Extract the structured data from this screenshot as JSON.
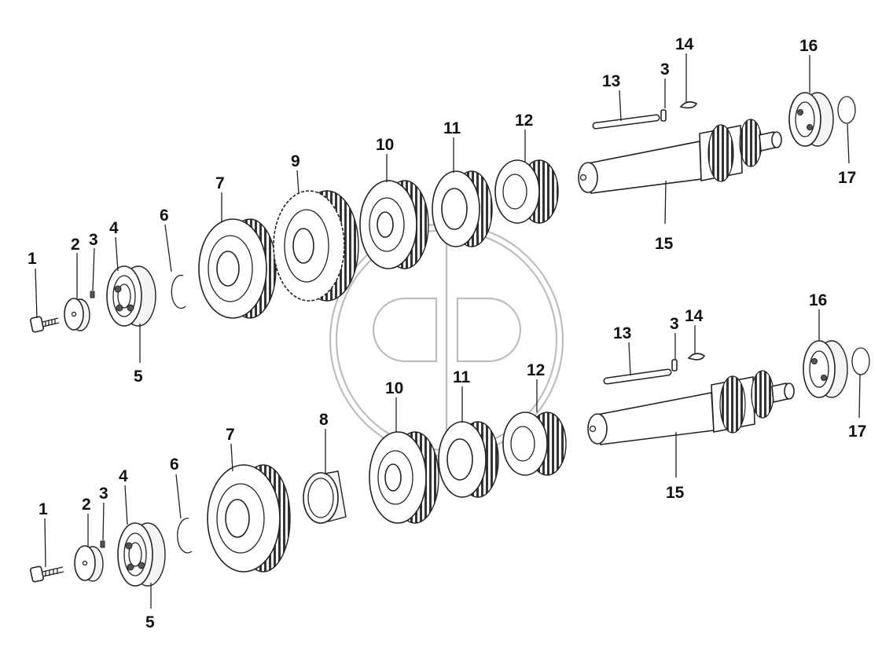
{
  "diagram": {
    "top_assembly": {
      "labels": [
        "1",
        "2",
        "3",
        "4",
        "5",
        "6",
        "7",
        "9",
        "10",
        "11",
        "12",
        "13",
        "3",
        "14",
        "15",
        "16",
        "17"
      ]
    },
    "bottom_assembly": {
      "labels": [
        "1",
        "2",
        "3",
        "4",
        "5",
        "6",
        "7",
        "8",
        "10",
        "11",
        "12",
        "13",
        "3",
        "14",
        "15",
        "16",
        "17"
      ]
    },
    "watermark": "gear-logo-watermark"
  }
}
